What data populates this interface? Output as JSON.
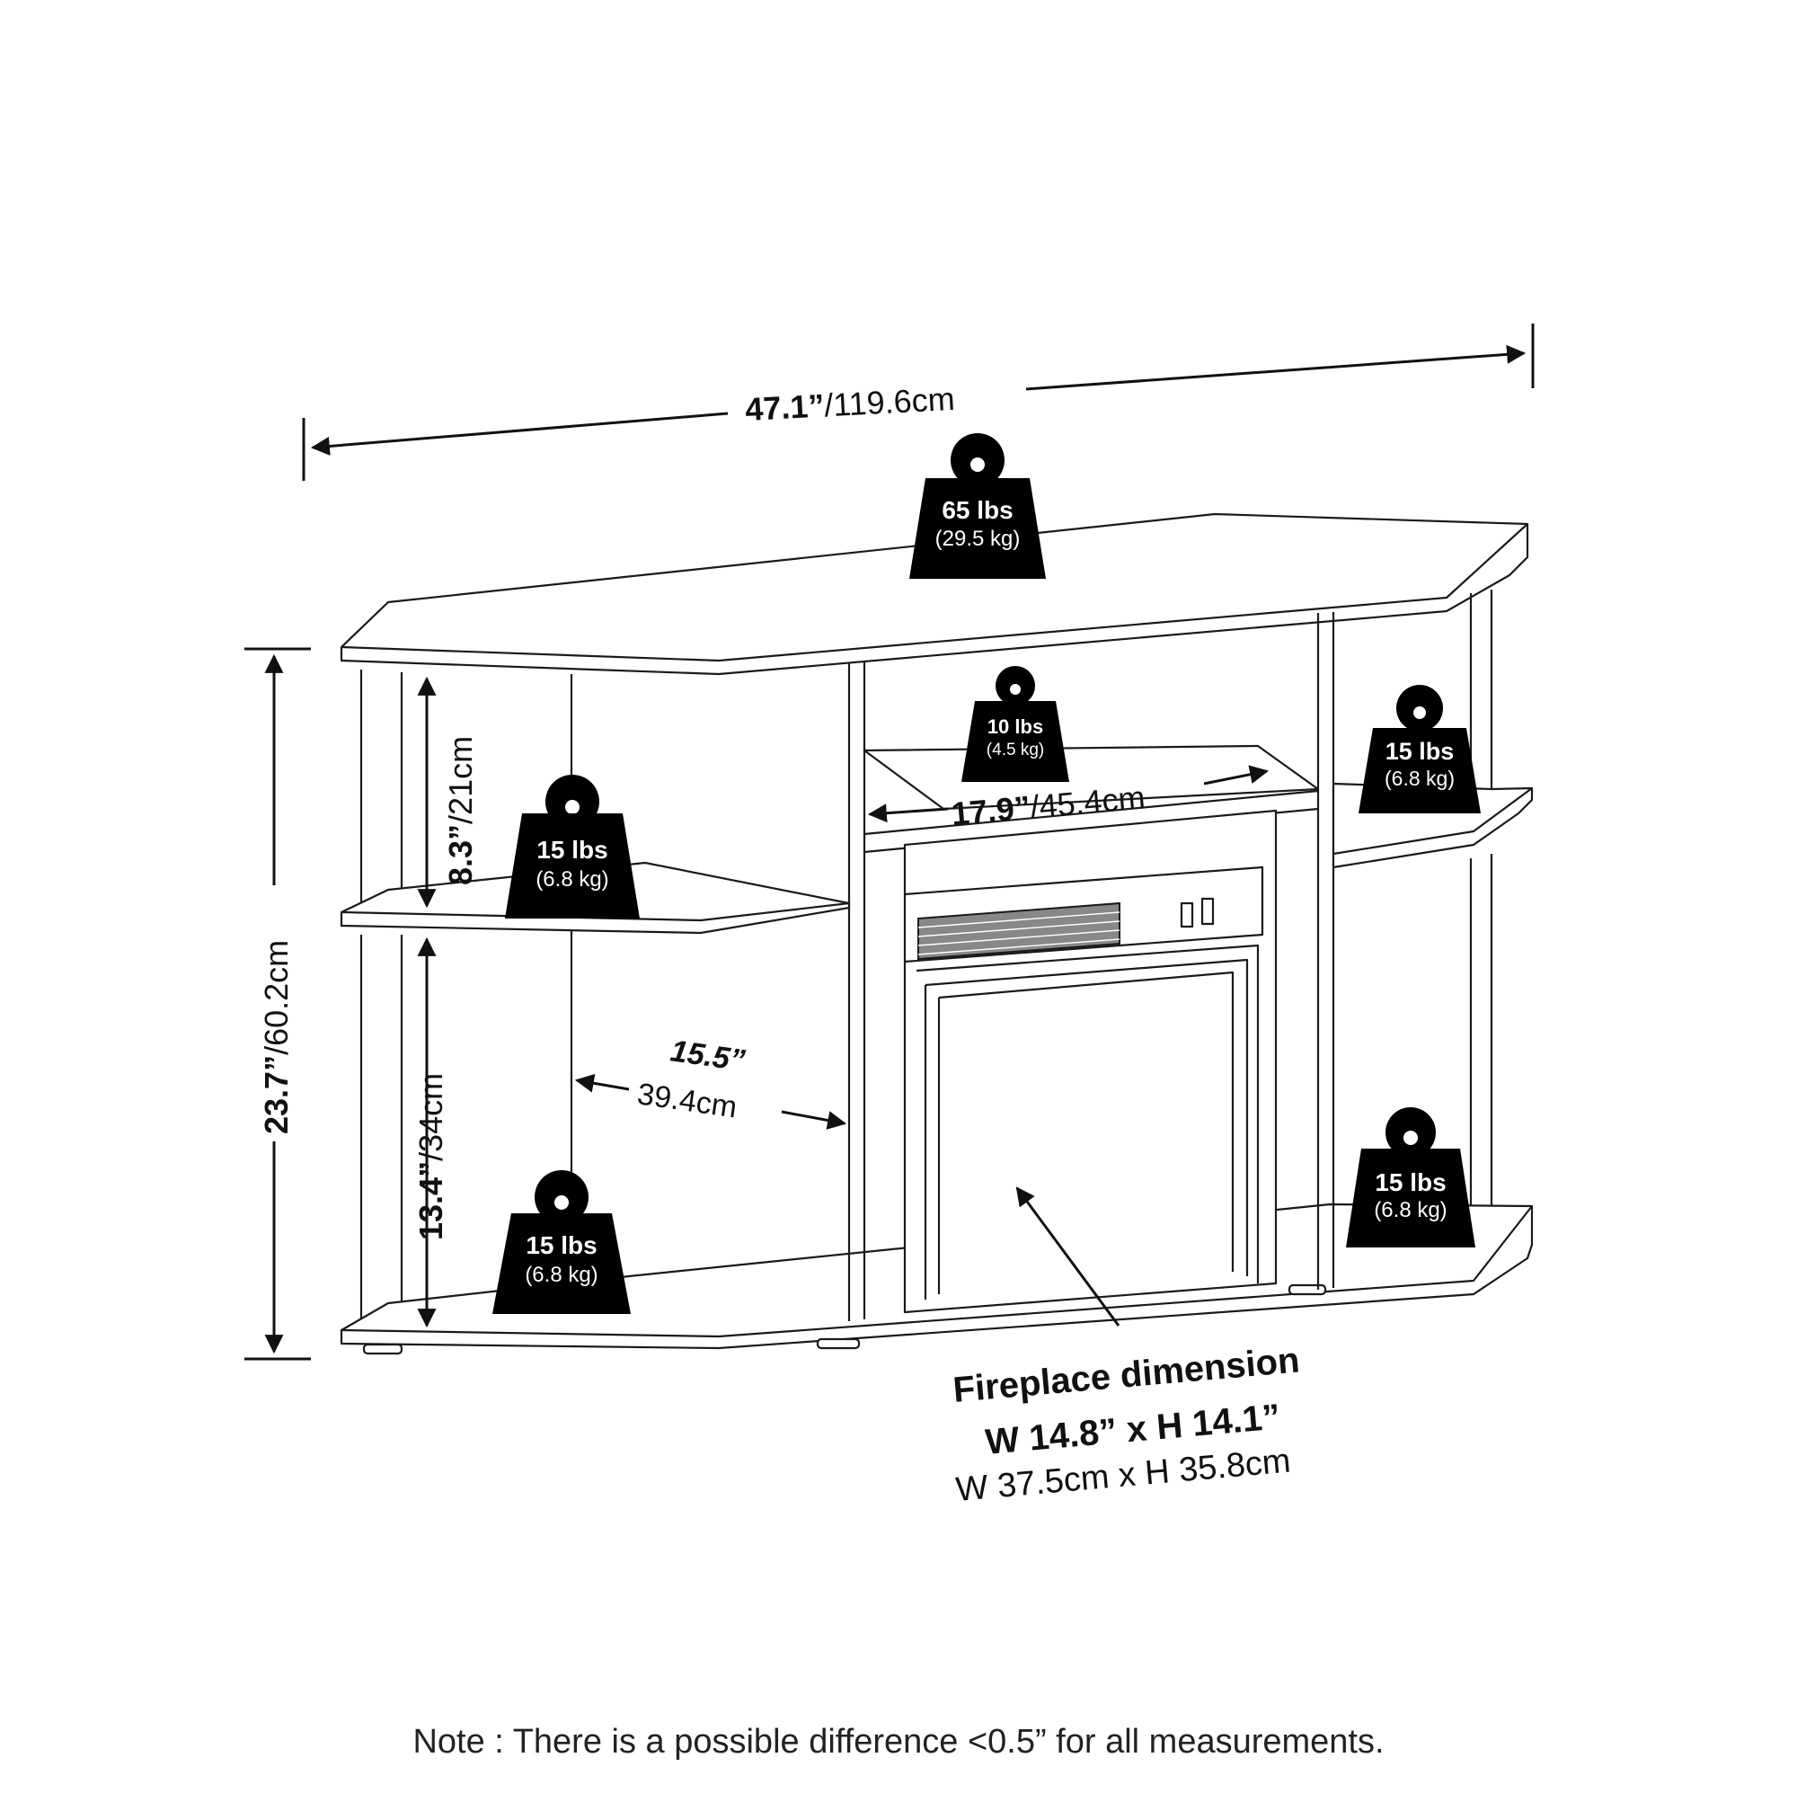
{
  "dimensions": {
    "width": {
      "inch": "47.1”",
      "cm": "/119.6cm"
    },
    "height": {
      "inch": "23.7”",
      "cm": "/60.2cm"
    },
    "upper_shelf": {
      "inch": "8.3”",
      "cm": "/21cm"
    },
    "lower_shelf": {
      "inch": "13.4”",
      "cm": "/34cm"
    },
    "center_width": {
      "inch": "17.9”",
      "cm": "/45.4cm"
    },
    "side_depth": {
      "inch": "15.5”",
      "cm": "39.4cm"
    }
  },
  "weights": [
    {
      "lbs": "65 lbs",
      "kg": "(29.5 kg)"
    },
    {
      "lbs": "10 lbs",
      "kg": "(4.5 kg)"
    },
    {
      "lbs": "15 lbs",
      "kg": "(6.8 kg)"
    },
    {
      "lbs": "15 lbs",
      "kg": "(6.8 kg)"
    },
    {
      "lbs": "15 lbs",
      "kg": "(6.8 kg)"
    },
    {
      "lbs": "15 lbs",
      "kg": "(6.8 kg)"
    }
  ],
  "fireplace": {
    "title": "Fireplace dimension",
    "inch": "W 14.8” x H 14.1”",
    "cm": "W 37.5cm x H 35.8cm"
  },
  "note": "Note : There is a possible difference <0.5” for all measurements.",
  "colors": {
    "ink": "#1a1a1a",
    "weight_fill": "#000000",
    "background": "#ffffff"
  }
}
